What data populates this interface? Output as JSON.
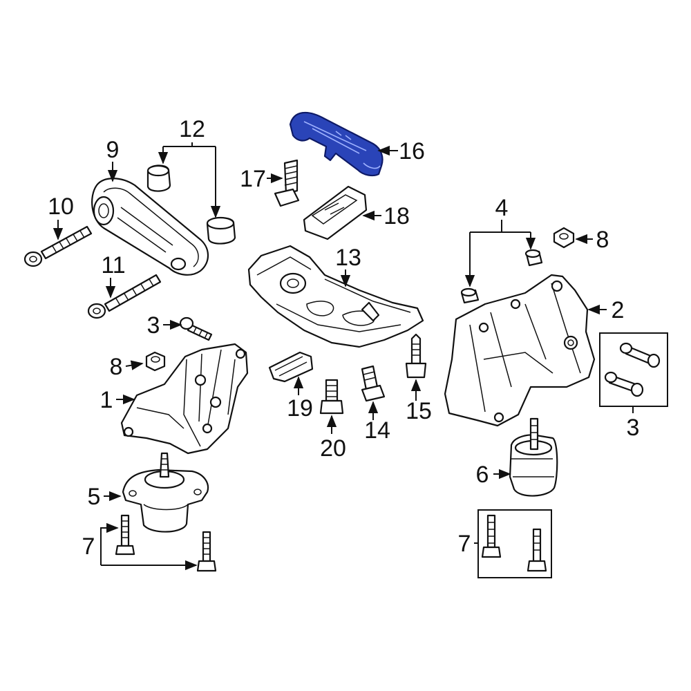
{
  "diagram": {
    "highlight_color": "#2a44b8",
    "highlighted_part": "16",
    "callouts": {
      "c1": "1",
      "c2": "2",
      "c3a": "3",
      "c3b": "3",
      "c4": "4",
      "c5": "5",
      "c6": "6",
      "c7a": "7",
      "c7b": "7",
      "c8a": "8",
      "c8b": "8",
      "c9": "9",
      "c10": "10",
      "c11": "11",
      "c12": "12",
      "c13": "13",
      "c14": "14",
      "c15": "15",
      "c16": "16",
      "c17": "17",
      "c18": "18",
      "c19": "19",
      "c20": "20"
    }
  }
}
